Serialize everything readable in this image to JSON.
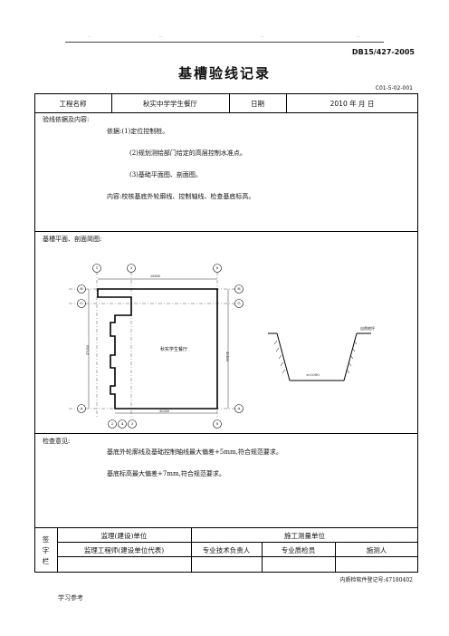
{
  "header": {
    "dots": [
      ".",
      "..",
      "..",
      ".."
    ],
    "standard_no": "DB15/427-2005",
    "title": "基槽验线记录",
    "form_no": "C01-5-02-001"
  },
  "info_row": {
    "project_label": "工程名称",
    "project_value": "秋实中学学生餐厅",
    "date_label": "日期",
    "date_value": "2010 年    月    日"
  },
  "basis": {
    "heading": "验线依据及内容:",
    "items": [
      "依据:(1)定位控制桩。",
      "(2)规划测绘部门给定的高层控制水准点。",
      "(3)基础平面图、剖面图。",
      "内容:校核基底外轮廓线、控制轴线、检查基底标高。"
    ]
  },
  "sketch": {
    "heading": "基槽平面、剖面简图:",
    "building_label": "秋实学生餐厅",
    "axis_top": [
      "1",
      "3",
      "8"
    ],
    "axis_bottom": [
      "2",
      "4",
      "3",
      "8"
    ],
    "axis_left": [
      "H",
      "G",
      "A"
    ],
    "axis_right": [
      "H",
      "G",
      "A"
    ],
    "dim_top": "28800",
    "dim_bottom": "30300",
    "dim_left": "47050",
    "dim_right": "45400",
    "section_label_top": "自然地坪",
    "section_label_bottom": "±0.000"
  },
  "inspection": {
    "heading": "检查意见:",
    "lines": [
      "基底外轮廓线及基础控制轴线最大偏差+5mm,符合规范要求。",
      "基底标高最大偏差+7mm,符合规范要求。"
    ]
  },
  "signature": {
    "side_label": [
      "签",
      "字",
      "栏"
    ],
    "supervisor_group": "监理(建设)单位",
    "survey_group": "施工测量单位",
    "supervisor_engineer": "监理工程师(建设单位代表)",
    "tech_lead": "专业技术负责人",
    "quality_inspector": "专业质检员",
    "surveyor": "施测人"
  },
  "footer": {
    "cert_no": "内质检软件登记号:47180402",
    "study": "学习参考"
  }
}
